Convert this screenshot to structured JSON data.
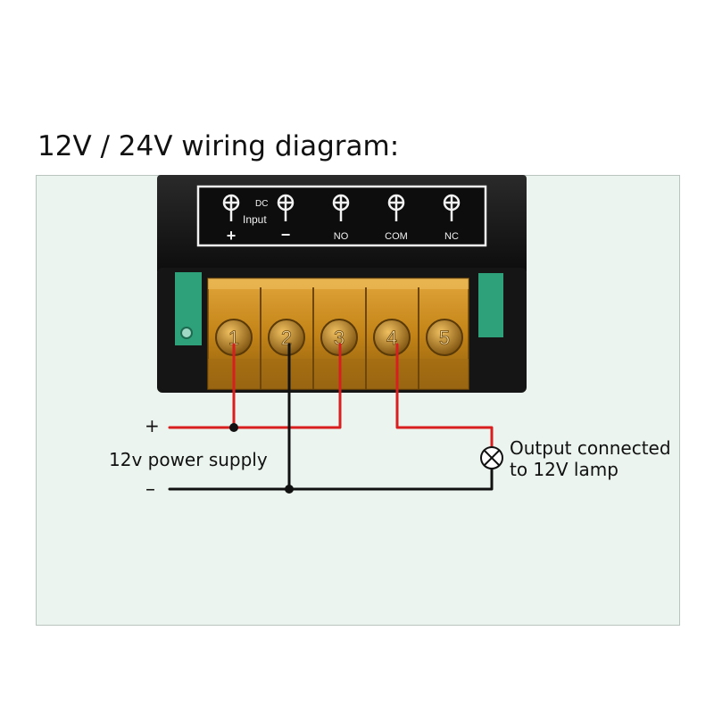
{
  "title": "12V / 24V wiring diagram:",
  "module": {
    "top_label_line1": "DC",
    "top_label_line2": "Input",
    "top_polarity_plus": "+",
    "top_polarity_minus": "−",
    "top_terminals": [
      "NO",
      "COM",
      "NC"
    ],
    "block_numbers": [
      "1",
      "2",
      "3",
      "4",
      "5"
    ]
  },
  "wiring": {
    "plus_label": "+",
    "minus_label": "–",
    "power_supply_label": "12v power supply",
    "output_line1": "Output connected",
    "output_line2": "to 12V lamp"
  },
  "colors": {
    "positive_wire": "#d81e1e",
    "negative_wire": "#111111",
    "module_body": "#1b1b1b",
    "terminal_cover": "#c88a1c",
    "pcb": "#2ea07a",
    "panel_bg": "#ebf4ee"
  }
}
